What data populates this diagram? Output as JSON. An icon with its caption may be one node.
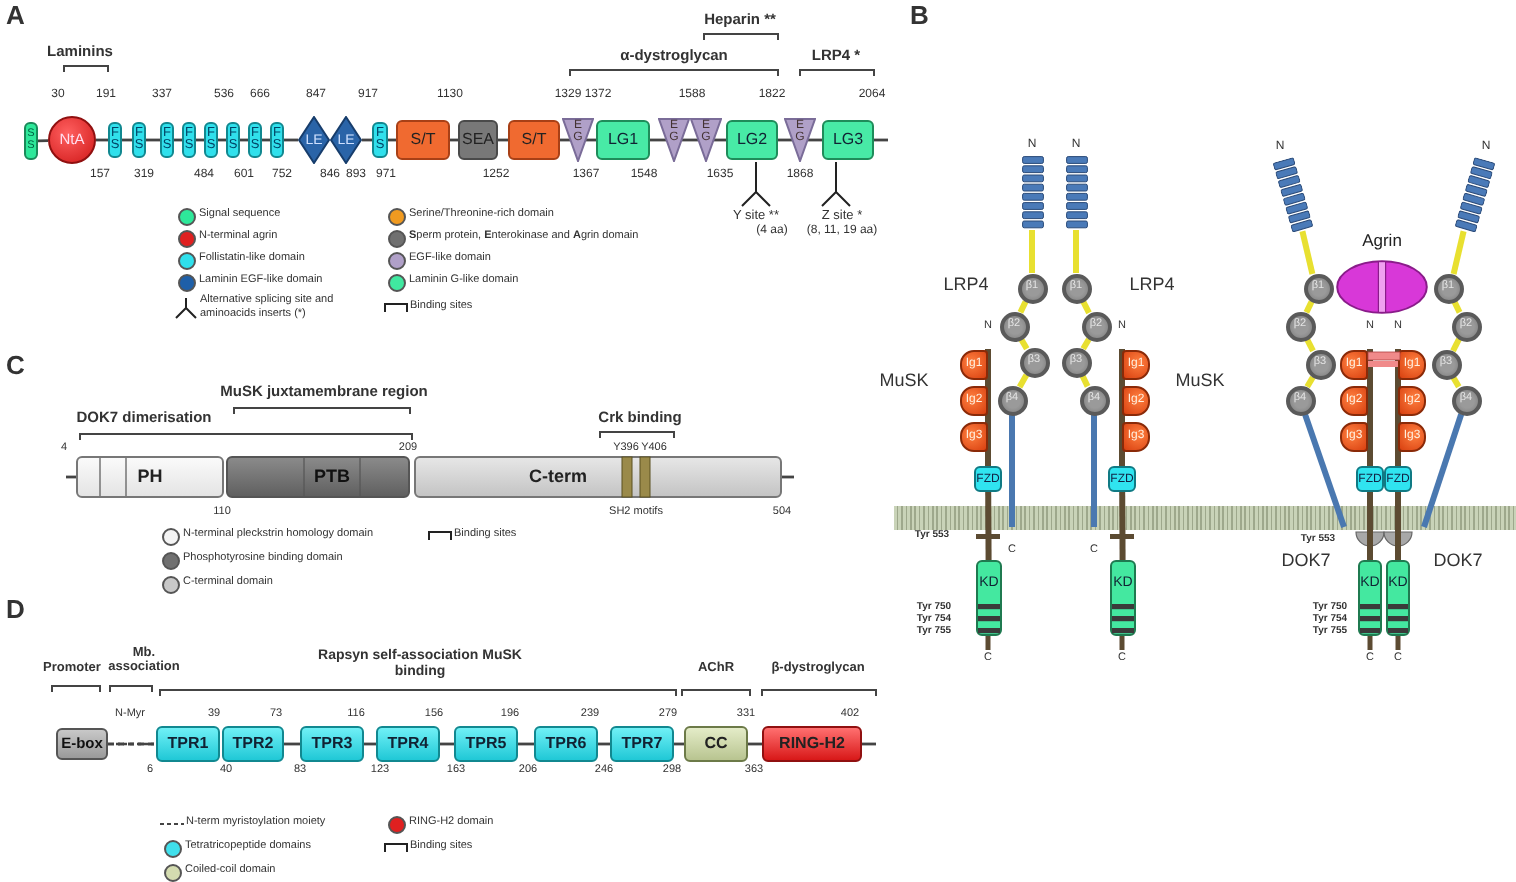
{
  "diagram": {
    "nodes": [
      {
        "text": [
          "S S"
        ]
      },
      {
        "text": [
          "NtA"
        ]
      },
      {
        "text": [
          "F S"
        ]
      },
      {
        "text": [
          "F S"
        ]
      },
      {
        "text": [
          "F S"
        ]
      },
      {
        "text": [
          "F S"
        ]
      },
      {
        "text": [
          "F S"
        ]
      },
      {
        "text": [
          "F S"
        ]
      },
      {
        "text": [
          "F S"
        ]
      },
      {
        "text": [
          "F S"
        ]
      },
      {
        "text": [
          "LE"
        ]
      },
      {
        "text": [
          "LE"
        ]
      },
      {
        "text": [
          "F S"
        ]
      },
      {
        "text": [
          "S/T"
        ]
      },
      {
        "text": [
          "SEA"
        ]
      },
      {
        "text": [
          "S/T"
        ]
      },
      {
        "text": [
          "E G"
        ]
      },
      {
        "text": [
          "LG1"
        ]
      },
      {
        "text": [
          "E G"
        ]
      },
      {
        "text": [
          "E G"
        ]
      },
      {
        "text": [
          "LG2"
        ]
      },
      {
        "text": [
          "E G"
        ]
      },
      {
        "text": [
          "LG3"
        ]
      },
      {
        "text": [
          "PH"
        ]
      },
      {
        "text": [
          "PTB"
        ]
      },
      {
        "text": [
          "C-term"
        ]
      },
      {
        "text": [
          "E-box"
        ]
      },
      {
        "text": [
          "TPR1"
        ]
      },
      {
        "text": [
          "TPR2"
        ]
      },
      {
        "text": [
          "TPR3"
        ]
      },
      {
        "text": [
          "TPR4"
        ]
      },
      {
        "text": [
          "TPR5"
        ]
      },
      {
        "text": [
          "TPR6"
        ]
      },
      {
        "text": [
          "TPR7"
        ]
      },
      {
        "text": [
          "CC"
        ]
      },
      {
        "text": [
          "RING-H2"
        ]
      },
      {
        "text": [
          "β1"
        ]
      },
      {
        "text": [
          "β2"
        ]
      },
      {
        "text": [
          "β3"
        ]
      },
      {
        "text": [
          "β4"
        ]
      },
      {
        "text": [
          "β1"
        ]
      },
      {
        "text": [
          "β2"
        ]
      },
      {
        "text": [
          "β3"
        ]
      },
      {
        "text": [
          "β4"
        ]
      },
      {
        "text": [
          "Ig1"
        ]
      },
      {
        "text": [
          "Ig2"
        ]
      },
      {
        "text": [
          "Ig3"
        ]
      },
      {
        "text": [
          "FZD"
        ]
      },
      {
        "text": [
          "KD"
        ]
      },
      {
        "text": [
          "Ig1"
        ]
      },
      {
        "text": [
          "Ig2"
        ]
      },
      {
        "text": [
          "Ig3"
        ]
      },
      {
        "text": [
          "FZD"
        ]
      },
      {
        "text": [
          "KD"
        ]
      },
      {
        "text": [
          "Agrin"
        ]
      },
      {
        "text": [
          "β1"
        ]
      },
      {
        "text": [
          "β2"
        ]
      },
      {
        "text": [
          "β3"
        ]
      },
      {
        "text": [
          "β4"
        ]
      },
      {
        "text": [
          "β1"
        ]
      },
      {
        "text": [
          "β2"
        ]
      },
      {
        "text": [
          "β3"
        ]
      },
      {
        "text": [
          "β4"
        ]
      },
      {
        "text": [
          "Ig1"
        ]
      },
      {
        "text": [
          "Ig2"
        ]
      },
      {
        "text": [
          "Ig3"
        ]
      },
      {
        "text": [
          "FZD"
        ]
      },
      {
        "text": [
          "KD"
        ]
      },
      {
        "text": [
          "Ig1"
        ]
      },
      {
        "text": [
          "Ig2"
        ]
      },
      {
        "text": [
          "Ig3"
        ]
      },
      {
        "text": [
          "FZD"
        ]
      },
      {
        "text": [
          "KD"
        ]
      },
      {
        "text": [],
        "shape": "box"
      },
      {
        "text": [],
        "shape": "box"
      },
      {
        "text": [],
        "shape": "box"
      },
      {
        "text": [],
        "shape": "box"
      },
      {
        "text": [],
        "shape": "bar"
      }
    ],
    "edges": [
      {
        "from": 0,
        "to": 1,
        "arrow": "none"
      },
      {
        "from": 1,
        "to": 2,
        "arrow": "none"
      },
      {
        "from": 2,
        "to": 3,
        "arrow": "none"
      },
      {
        "from": 3,
        "to": 4,
        "arrow": "none"
      },
      {
        "from": 4,
        "to": 5,
        "arrow": "none"
      },
      {
        "from": 5,
        "to": 6,
        "arrow": "none"
      },
      {
        "from": 6,
        "to": 7,
        "arrow": "none"
      },
      {
        "from": 7,
        "to": 8,
        "arrow": "none"
      },
      {
        "from": 8,
        "to": 9,
        "arrow": "none"
      },
      {
        "from": 9,
        "to": 10,
        "arrow": "none"
      },
      {
        "from": 11,
        "to": 12,
        "arrow": "none"
      },
      {
        "from": 12,
        "to": 13,
        "arrow": "none"
      },
      {
        "from": 13,
        "to": 14,
        "arrow": "none"
      },
      {
        "from": 14,
        "to": 15,
        "arrow": "none"
      },
      {
        "from": 15,
        "to": 16,
        "arrow": "none"
      },
      {
        "from": 16,
        "to": 17,
        "arrow": "none"
      },
      {
        "from": 17,
        "to": 18,
        "arrow": "none"
      },
      {
        "from": 18,
        "to": 19,
        "arrow": "none"
      },
      {
        "from": 19,
        "to": 20,
        "arrow": "none"
      },
      {
        "from": 20,
        "to": 21,
        "arrow": "none"
      },
      {
        "from": 21,
        "to": 22,
        "arrow": "none"
      },
      {
        "from": 28,
        "to": 29,
        "arrow": "none"
      },
      {
        "from": 29,
        "to": 30,
        "arrow": "none"
      },
      {
        "from": 30,
        "to": 31,
        "arrow": "none"
      },
      {
        "from": 31,
        "to": 32,
        "arrow": "none"
      },
      {
        "from": 32,
        "to": 33,
        "arrow": "none"
      },
      {
        "from": 33,
        "to": 34,
        "arrow": "none"
      },
      {
        "from": 34,
        "to": 35,
        "arrow": "none"
      },
      {
        "from": 36,
        "to": 37,
        "arrow": "none",
        "style": "thick",
        "color": "#e8e030"
      },
      {
        "from": 37,
        "to": 38,
        "arrow": "none",
        "style": "thick",
        "color": "#e8e030"
      },
      {
        "from": 38,
        "to": 39,
        "arrow": "none",
        "style": "thick",
        "color": "#e8e030"
      },
      {
        "from": 40,
        "to": 41,
        "arrow": "none",
        "style": "thick",
        "color": "#e8e030"
      },
      {
        "from": 41,
        "to": 42,
        "arrow": "none",
        "style": "thick",
        "color": "#e8e030"
      },
      {
        "from": 42,
        "to": 43,
        "arrow": "none",
        "style": "thick",
        "color": "#e8e030"
      },
      {
        "from": 47,
        "to": 48,
        "arrow": "none",
        "style": "thick",
        "color": "#5c4b32"
      },
      {
        "from": 52,
        "to": 53,
        "arrow": "none",
        "style": "thick",
        "color": "#5c4b32"
      },
      {
        "from": 55,
        "to": 56,
        "arrow": "none",
        "style": "thick",
        "color": "#e8e030"
      },
      {
        "from": 56,
        "to": 57,
        "arrow": "none",
        "style": "thick",
        "color": "#e8e030"
      },
      {
        "from": 57,
        "to": 58,
        "arrow": "none",
        "style": "thick",
        "color": "#e8e030"
      },
      {
        "from": 59,
        "to": 60,
        "arrow": "none",
        "style": "thick",
        "color": "#e8e030"
      },
      {
        "from": 60,
        "to": 61,
        "arrow": "none",
        "style": "thick",
        "color": "#e8e030"
      },
      {
        "from": 61,
        "to": 62,
        "arrow": "none",
        "style": "thick",
        "color": "#e8e030"
      },
      {
        "from": 66,
        "to": 67,
        "arrow": "none",
        "style": "thick",
        "color": "#5c4b32"
      },
      {
        "from": 71,
        "to": 72,
        "arrow": "none",
        "style": "thick",
        "color": "#5c4b32"
      },
      {
        "from": 44,
        "to": 47,
        "arrow": "none",
        "style": "thick",
        "color": "#5c4b32"
      },
      {
        "from": 49,
        "to": 52,
        "arrow": "none",
        "style": "thick",
        "color": "#5c4b32"
      },
      {
        "from": 63,
        "to": 66,
        "arrow": "none",
        "style": "thick",
        "color": "#5c4b32"
      },
      {
        "from": 68,
        "to": 71,
        "arrow": "none",
        "style": "thick",
        "color": "#5c4b32"
      },
      {
        "from": 39,
        "to": 77,
        "arrow": "none",
        "style": "thick",
        "color": "#4a78b0"
      },
      {
        "from": 43,
        "to": 77,
        "arrow": "none",
        "style": "thick",
        "color": "#4a78b0"
      },
      {
        "from": 58,
        "to": 77,
        "arrow": "none",
        "style": "thick",
        "color": "#4a78b0"
      },
      {
        "from": 62,
        "to": 77,
        "arrow": "none",
        "style": "thick",
        "color": "#4a78b0"
      },
      {
        "from": 73,
        "to": 36,
        "arrow": "none",
        "style": "thick",
        "color": "#e8e030"
      },
      {
        "from": 74,
        "to": 40,
        "arrow": "none",
        "style": "thick",
        "color": "#e8e030"
      },
      {
        "from": 75,
        "to": 55,
        "arrow": "none",
        "style": "thick",
        "color": "#e8e030"
      },
      {
        "from": 76,
        "to": 59,
        "arrow": "none",
        "style": "thick",
        "color": "#e8e030"
      },
      {
        "from": 26,
        "to": 27,
        "arrow": "none",
        "style": "dashed"
      },
      {
        "from": 63,
        "to": 68,
        "arrow": "none",
        "style": "thick",
        "color": "#f08a8a"
      }
    ],
    "labels": [
      "A",
      "Laminins",
      "Heparin **",
      "α-dystroglycan",
      "LRP4 *",
      "30",
      "191",
      "337",
      "536",
      "666",
      "847",
      "917",
      "1130",
      "1329",
      "1372",
      "1588",
      "1822",
      "2064",
      "157",
      "319",
      "484",
      "601",
      "752",
      "846",
      "893",
      "971",
      "1252",
      "1367",
      "1548",
      "1635",
      "1868",
      "Y site **",
      "(4 aa)",
      "Z site *",
      "(8, 11, 19 aa)",
      "B",
      "N",
      "N",
      "LRP4",
      "LRP4",
      "N",
      "N",
      "MuSK",
      "MuSK",
      "C",
      "C",
      "Tyr 553",
      "Tyr 750",
      "Tyr 754",
      "Tyr 755",
      "C",
      "C",
      "N",
      "N",
      "N",
      "N",
      "Tyr 553",
      "DOK7",
      "DOK7",
      "Tyr 750",
      "Tyr 754",
      "Tyr 755",
      "C",
      "C",
      "C",
      "MuSK juxtamembrane region",
      "DOK7 dimerisation",
      "Crk binding",
      "4",
      "209",
      "Y396",
      "Y406",
      "110",
      "SH2 motifs",
      "504",
      "D",
      "Promoter",
      "Mb. association",
      "Rapsyn self-association MuSK binding",
      "AChR",
      "β-dystroglycan",
      "N-Myr",
      "39",
      "73",
      "116",
      "156",
      "196",
      "239",
      "279",
      "331",
      "402",
      "6",
      "40",
      "83",
      "123",
      "163",
      "206",
      "246",
      "298",
      "363"
    ],
    "legend": [
      {
        "text": "Signal sequence",
        "color": "#2ee89a"
      },
      {
        "text": "N-terminal agrin",
        "color": "#e02020"
      },
      {
        "text": "Follistatin-like domain",
        "color": "#30e0ec"
      },
      {
        "text": "Laminin EGF-like domain",
        "color": "#1e5fa8"
      },
      {
        "text": "Serine/Threonine-rich domain",
        "color": "#f09a20"
      },
      {
        "text": "**S**perm protein, **E**nterokinase and **A**grin domain",
        "color": "#707070"
      },
      {
        "text": "EGF-like domain",
        "color": "#b0a0c8"
      },
      {
        "text": "Laminin G-like domain",
        "color": "#40e8a0"
      },
      {
        "text": "Alternative splicing site and aminoacids inserts (*)"
      },
      {
        "text": "Binding sites"
      },
      {
        "text": "N-terminal pleckstrin homology domain",
        "color": "#f4f4f4"
      },
      {
        "text": "Phosphotyrosine binding domain",
        "color": "#707070"
      },
      {
        "text": "C-terminal domain",
        "color": "#c8c8c8"
      },
      {
        "text": "Binding sites"
      },
      {
        "text": "N-term myristoylation moiety"
      },
      {
        "text": "Tetratricopeptide domains",
        "color": "#40e0ec"
      },
      {
        "text": "Coiled-coil domain",
        "color": "#d4dcb0"
      },
      {
        "text": "RING-H2 domain",
        "color": "#e02020"
      },
      {
        "text": "Binding sites"
      }
    ]
  }
}
